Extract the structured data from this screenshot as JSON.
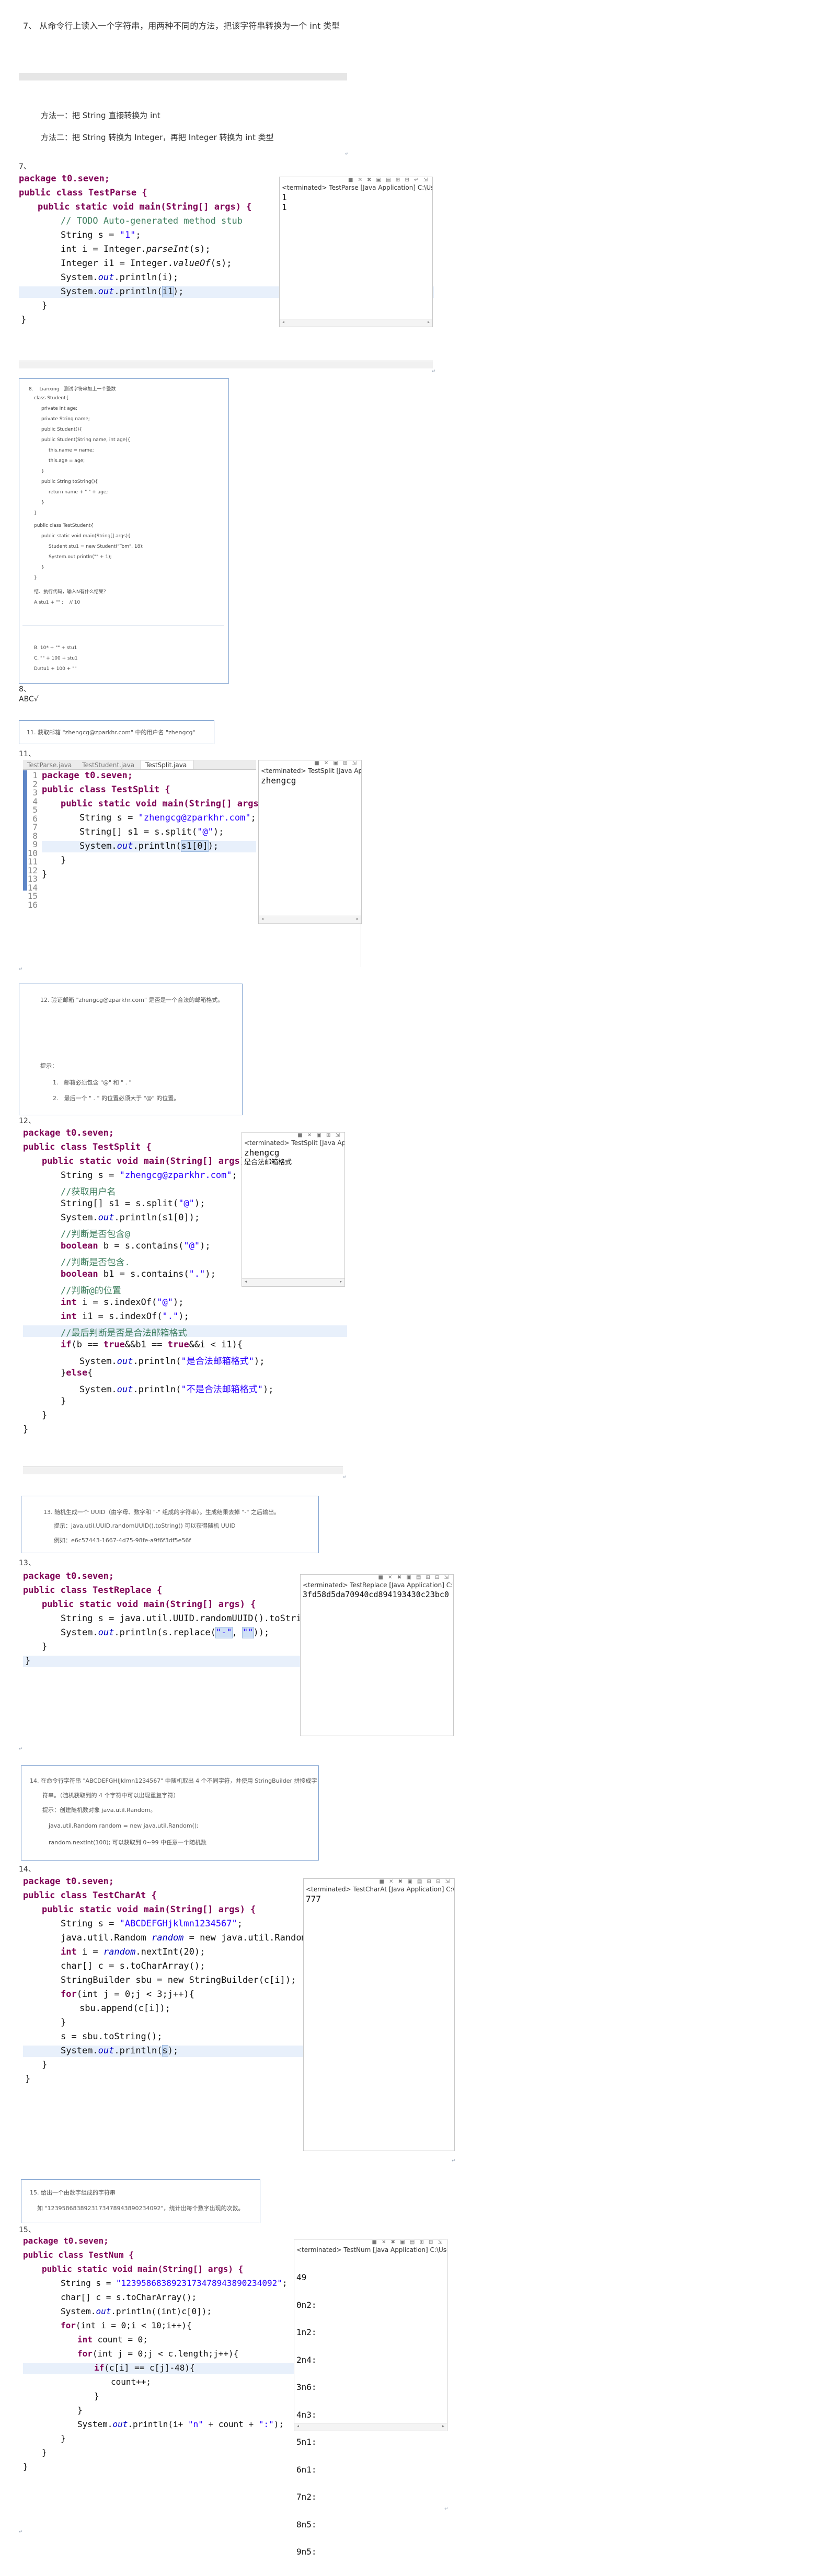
{
  "q7": {
    "title": "7、 从命令行上读入一个字符串，用两种不同的方法，把该字符串转换为一个 int 类型",
    "method1": "方法一：把 String  直接转换为 int",
    "method2": "方法二：把 String 转换为 Integer，再把 Integer 转换为 int 类型",
    "label": "7、",
    "code": {
      "pkg": "package t0.seven;",
      "cls": "public class TestParse {",
      "main": "public static void main(String[] args) {",
      "todo": "// TODO Auto-generated method stub",
      "l1a": "String s = ",
      "l1b": "\"1\"",
      "l1c": ";",
      "l2a": "int i = Integer.",
      "l2b": "parseInt",
      "l2c": "(s);",
      "l3a": "Integer i1 = Integer.",
      "l3b": "valueOf",
      "l3c": "(s);",
      "l4a": "System.",
      "l4b": "out",
      "l4c": ".println(i);",
      "l5a": "System.",
      "l5b": "out",
      "l5c": ".println(",
      "l5d": "i1",
      "l5e": ");",
      "close1": "}",
      "close2": "}"
    },
    "console": {
      "terminated": "<terminated> TestParse [Java Application] C:\\Users",
      "out1": "1",
      "out2": "1"
    }
  },
  "q8": {
    "p1": "8. 　Lianxing　测试字符串加上一个整数",
    "p2": "class Student{",
    "p3": "    private int age;",
    "p4": "    private String name;",
    "p5": "    public Student(){",
    "p6": "    public Student(String name, int age){",
    "p7": "        this.name = name;",
    "p8": "        this.age = age;",
    "p9": "    }",
    "p10": "    public String toString(){",
    "p11": "        return name + \"  \" + age;",
    "p12": "    }",
    "p13": "}",
    "p14": "public class TestStudent{",
    "p15": "    public static void main(String[] args){",
    "p16": "        Student stu1 = new Student(\"Tom\", 18);",
    "p17": "        System.out.println(\"\" + 1);",
    "p18": "    }",
    "p19": "}",
    "p20": "结、执行代码，输入N有什么结果？",
    "p21": "A.stu1 + \"\" ; 　// 10",
    "p22": "B. 10* + \"\" + stu1",
    "p23": "C. \"\" + 100 + stu1",
    "p24": "D.stu1 + 100 + \"\"",
    "label": "8、",
    "answer": "ABC√"
  },
  "q11": {
    "prompt": "11. 获取邮箱 \"zhengcg@zparkhr.com\" 中的用户名 \"zhengcg\"",
    "label": "11、",
    "tabs": [
      "TestParse.java",
      "TestStudent.java",
      "TestSplit.java"
    ],
    "code": {
      "pkg": "package t0.seven;",
      "cls": "public class TestSplit {",
      "main": "public static void main(String[] args) {",
      "l1a": "String s = ",
      "l1b": "\"zhengcg@zparkhr.com\"",
      "l1c": ";",
      "l2a": "String[] s1 = s.split(",
      "l2b": "\"@\"",
      "l2c": ");",
      "l3a": "System.",
      "l3b": "out",
      "l3c": ".println(",
      "l3d": "s1[0]",
      "l3e": ");",
      "close1": "}",
      "close2": "}"
    },
    "gutter": [
      "1",
      "2",
      "3",
      "4",
      "5",
      "6",
      "7",
      "8",
      "9",
      "10",
      "11",
      "12",
      "13",
      "14",
      "15",
      "16"
    ],
    "console": {
      "terminated": "<terminated> TestSplit [Java Applic",
      "out1": "zhengcg"
    }
  },
  "q12": {
    "prompt": "12. 验证邮箱 \"zhengcg@zparkhr.com\" 是否是一个合法的邮箱格式。",
    "hint": "提示：",
    "h1": "1.　邮箱必须包含 \"@\" 和 \" . \"",
    "h2": "2.　最后一个 \" . \" 的位置必须大于 \"@\" 的位置。",
    "label": "12、",
    "code": {
      "pkg": "package t0.seven;",
      "cls": "public class TestSplit {",
      "main": "public static void main(String[] args) {",
      "l1a": "String s = ",
      "l1b": "\"zhengcg@zparkhr.com\"",
      "l1c": ";",
      "c1": "//获取用户名",
      "l2a": "String[] s1 = s.split(",
      "l2b": "\"@\"",
      "l2c": ");",
      "l3a": "System.",
      "l3b": "out",
      "l3c": ".println(s1[0]);",
      "c2": "//判断是否包含@",
      "l4a": "boolean",
      "l4b": " b = s.contains(",
      "l4c": "\"@\"",
      "l4d": ");",
      "c3": "//判断是否包含.",
      "l5a": "boolean",
      "l5b": " b1 = s.contains(",
      "l5c": "\".\"",
      "l5d": ");",
      "c4": "//判断@的位置",
      "l6a": "int",
      "l6b": " i = s.indexOf(",
      "l6c": "\"@\"",
      "l6d": ");",
      "l7a": "int",
      "l7b": " i1 = s.indexOf(",
      "l7c": "\".\"",
      "l7d": ");",
      "c5": "//最后判断是否是合法邮箱格式",
      "l8a": "if",
      "l8b": "(b == ",
      "l8c": "true",
      "l8d": "&&b1 == ",
      "l8e": "true",
      "l8f": "&&i < i1){",
      "l9a": "System.",
      "l9b": "out",
      "l9c": ".println(",
      "l9d": "\"是合法邮箱格式\"",
      "l9e": ");",
      "l10a": "}",
      "l10b": "else",
      "l10c": "{",
      "l11a": "System.",
      "l11b": "out",
      "l11c": ".println(",
      "l11d": "\"不是合法邮箱格式\"",
      "l11e": ");",
      "close0": "}",
      "close1": "}",
      "close2": "}"
    },
    "console": {
      "terminated": "<terminated> TestSplit [Java Ap",
      "out1": "zhengcg",
      "out2": "是合法邮箱格式"
    }
  },
  "q13": {
    "p1": "13. 随机生成一个 UUID（由字母、数字和 \"-\" 组成的字符串）。生成结果去掉 \"-\" 之后输出。",
    "p2": "提示：java.util.UUID.randomUUID().toString() 可以获得随机 UUID",
    "p3": "例如：e6c57443-1667-4d75-98fe-a9f6f3df5e56f",
    "label": "13、",
    "code": {
      "pkg": "package t0.seven;",
      "cls": "public class TestReplace {",
      "main": "public static void main(String[] args) {",
      "l1": "String s = java.util.UUID.randomUUID().toString();",
      "l2a": "System.",
      "l2b": "out",
      "l2c": ".println(s.replace(",
      "l2d": "\"-\"",
      "l2e": ", ",
      "l2f": "\"\"",
      "l2g": "));",
      "close1": "}",
      "close2": "}"
    },
    "console": {
      "terminated": "<terminated> TestReplace [Java Application] C:\\",
      "out1": "3fd58d5da70940cd894193430c23bc0"
    }
  },
  "q14": {
    "p1": "14. 在命令行字符串 \"ABCDEFGHIJklmn1234567\" 中随机取出 4 个不同字符，并使用 StringBuilder 拼接成字",
    "p2": "符串。（随机获取到的 4 个字符中可以出现重复字符）",
    "p3": "提示：创建随机数对象 java.util.Random。",
    "p4": "java.util.Random random = new java.util.Random();",
    "p5": "random.nextInt(100); 可以获取到 0~99 中任意一个随机数",
    "label": "14、",
    "code": {
      "pkg": "package t0.seven;",
      "cls": "public class TestCharAt {",
      "main": "public static void main(String[] args) {",
      "l1a": "String s = ",
      "l1b": "\"ABCDEFGHjklmn1234567\"",
      "l1c": ";",
      "l2a": "java.util.Random ",
      "l2b": "random",
      "l2c": " = new java.util.Random();",
      "l3a": "int",
      "l3b": " i = ",
      "l3c": "random",
      "l3d": ".nextInt(20);",
      "l4": "char[] c = s.toCharArray();",
      "l5": "StringBuilder sbu = new StringBuilder(c[i]);",
      "l6a": "for",
      "l6b": "(int j = 0;j < 3;j++){",
      "l7": "sbu.append(c[i]);",
      "l8": "}",
      "l9": "s = sbu.toString();",
      "l10a": "System.",
      "l10b": "out",
      "l10c": ".println(",
      "l10d": "s",
      "l10e": ");",
      "close1": "}",
      "close2": "}"
    },
    "console": {
      "terminated": "<terminated> TestCharAt [Java Application] C:\\",
      "out1": "777"
    }
  },
  "q15": {
    "p1": "15. 给出一个由数字组成的字符串",
    "p2": "如 \"1239586838923173478943890234092\"，统计出每个数字出现的次数。",
    "label": "15、",
    "code": {
      "pkg": "package t0.seven;",
      "cls": "public class TestNum {",
      "main": "public static void main(String[] args) {",
      "l1a": "String s = ",
      "l1b": "\"1239586838923173478943890234092\"",
      "l1c": ";",
      "l2": "char[] c = s.toCharArray();",
      "l3a": "System.",
      "l3b": "out",
      "l3c": ".println((int)c[0]);",
      "l4a": "for",
      "l4b": "(int i = 0;i < 10;i++){",
      "l5a": "int",
      "l5b": " count = 0;",
      "l6a": "for",
      "l6b": "(int j = 0;j < c.length;j++){",
      "l7a": "if",
      "l7b": "(c[i] == c[j]-48){",
      "l8": "count++;",
      "l9": "}",
      "l10": "}",
      "l11a": "System.",
      "l11b": "out",
      "l11c": ".println(i+ ",
      "l11d": "\"n\"",
      "l11e": " + count + ",
      "l11f": "\":\"",
      "l11g": ");",
      "close0": "}",
      "close1": "}",
      "close2": "}"
    },
    "console": {
      "terminated": "<terminated> TestNum [Java Application] C:\\User",
      "outs": [
        "49",
        "0n2:",
        "1n2:",
        "2n4:",
        "3n6:",
        "4n3:",
        "5n1:",
        "6n1:",
        "7n2:",
        "8n5:",
        "9n5:"
      ]
    }
  }
}
